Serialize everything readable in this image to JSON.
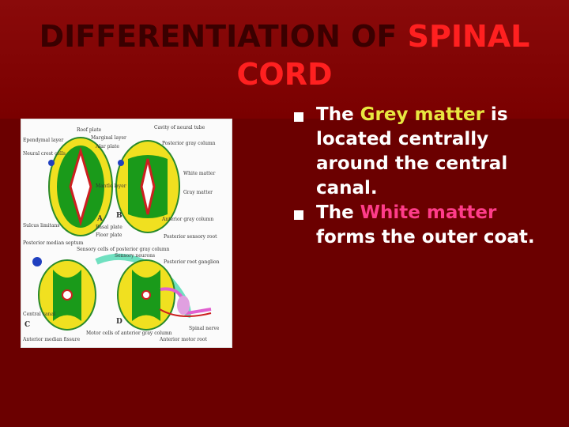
{
  "slide": {
    "title_part1": "DIFFERENTIATION OF ",
    "title_part2": "SPINAL",
    "title_part3": "CORD"
  },
  "figure": {
    "labels": {
      "roof_plate": "Roof plate",
      "marginal_layer": "Marginal layer",
      "cavity": "Cavity of neural tube",
      "posterior_gray_column": "Posterior gray column",
      "ependymal": "Ependymal layer",
      "neural_crest": "Neural crest cells",
      "alar_plate": "Alar plate",
      "mantle_layer": "Mantle layer",
      "white_matter": "White matter",
      "gray_matter": "Gray matter",
      "sulcus_limitans": "Sulcus limitans",
      "basal_plate": "Basal plate",
      "floor_plate": "Floor plate",
      "anterior_gray_column": "Anterior gray column",
      "posterior_median_septum": "Posterior median septum",
      "sensory_cells": "Sensory cells of posterior gray column",
      "sensory_neurons": "Sensory neurons",
      "posterior_sensory_root": "Posterior sensory root",
      "posterior_root_ganglion": "Posterior root ganglion",
      "central_canal": "Central canal",
      "anterior_median_fissure": "Anterior median fissure",
      "motor_cells": "Motor cells of anterior gray column",
      "spinal_nerve": "Spinal nerve",
      "anterior_motor_root": "Anterior motor root",
      "letter_a": "A",
      "letter_b": "B",
      "letter_c": "C",
      "letter_d": "D"
    }
  },
  "bullets": [
    {
      "before": "The ",
      "highlight": "Grey matter",
      "after": " is located centrally around the central canal.",
      "highlight_color": "#e8e840"
    },
    {
      "before": "The ",
      "highlight": "White matter",
      "after": " forms the outer coat.",
      "highlight_color": "#ff3c8a"
    }
  ],
  "colors": {
    "background": "#6b0000",
    "title": "#3a0000",
    "title_accent": "#ff2020",
    "bullet_text": "#ffffff"
  }
}
